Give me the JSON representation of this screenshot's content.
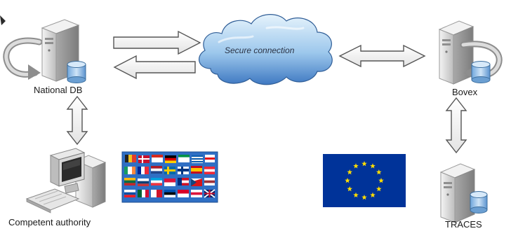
{
  "diagram": {
    "nodes": {
      "national_db": {
        "label": "National DB",
        "icon": "database-server-icon"
      },
      "cloud": {
        "label": "Secure connection",
        "icon": "cloud-icon"
      },
      "bovex": {
        "label": "Bovex",
        "icon": "database-server-icon"
      },
      "traces": {
        "label": "TRACES",
        "icon": "database-server-icon"
      },
      "competent_authority": {
        "label": "Competent authority",
        "icon": "desktop-computer-icon"
      }
    },
    "images": {
      "member_flags": {
        "icon": "member-state-flags-collage"
      },
      "eu_flag": {
        "icon": "eu-flag-icon"
      }
    },
    "colors": {
      "arrow_fill": "#ffffff",
      "arrow_stroke": "#555555",
      "cloud_light": "#d6ebf9",
      "cloud_dark": "#3f79c2",
      "server_body": "#e4e4e4",
      "db_cylinder": "#9fc6ea",
      "eu_blue": "#003399",
      "eu_star": "#ffdd00"
    }
  }
}
